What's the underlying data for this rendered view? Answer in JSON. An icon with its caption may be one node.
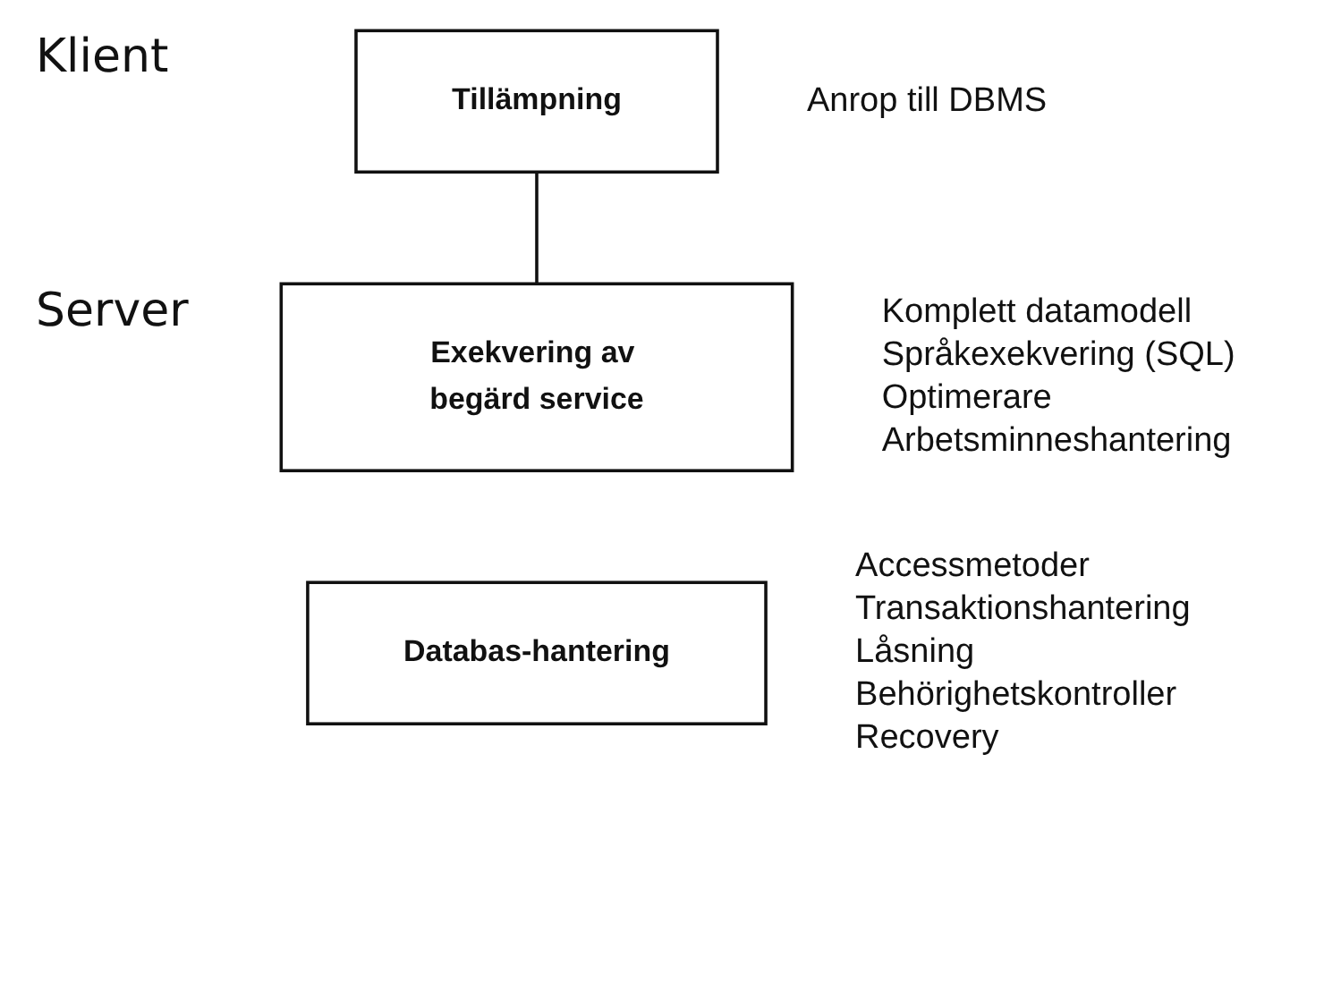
{
  "diagram": {
    "nodes": [
      {
        "text": [
          "Tillämpning"
        ],
        "beside": [
          "Anrop till DBMS"
        ]
      },
      {
        "text": [
          "Exekvering av begärd service"
        ],
        "beside": [
          "Komplett datamodell",
          "Språkexekvering (SQL)",
          "Optimerare",
          "Arbetsminneshantering"
        ]
      },
      {
        "text": [
          "Databas-hantering"
        ],
        "beside": [
          "Accessmetoder",
          "Transaktionshantering",
          "Låsning",
          "Behörighetskontroller",
          "Recovery"
        ]
      }
    ],
    "edges": [
      {
        "from": 0,
        "to": 1,
        "arrow": "none"
      }
    ],
    "labels": [
      "Klient",
      "Server"
    ]
  }
}
